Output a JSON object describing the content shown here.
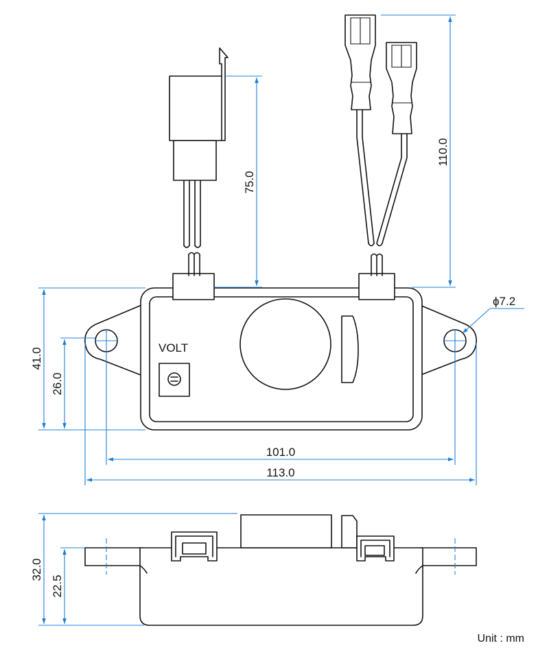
{
  "labels": {
    "volt": "VOLT",
    "unit": "Unit : mm"
  },
  "dimensions": {
    "lead_left": "75.0",
    "lead_right": "110.0",
    "hole_diameter": "ϕ7.2",
    "height_total": "41.0",
    "hole_height": "26.0",
    "hole_spacing": "101.0",
    "width_total": "113.0",
    "side_height_total": "32.0",
    "side_height_body": "22.5"
  },
  "colors": {
    "outline": "#111111",
    "dimension": "#1c7fd6"
  }
}
